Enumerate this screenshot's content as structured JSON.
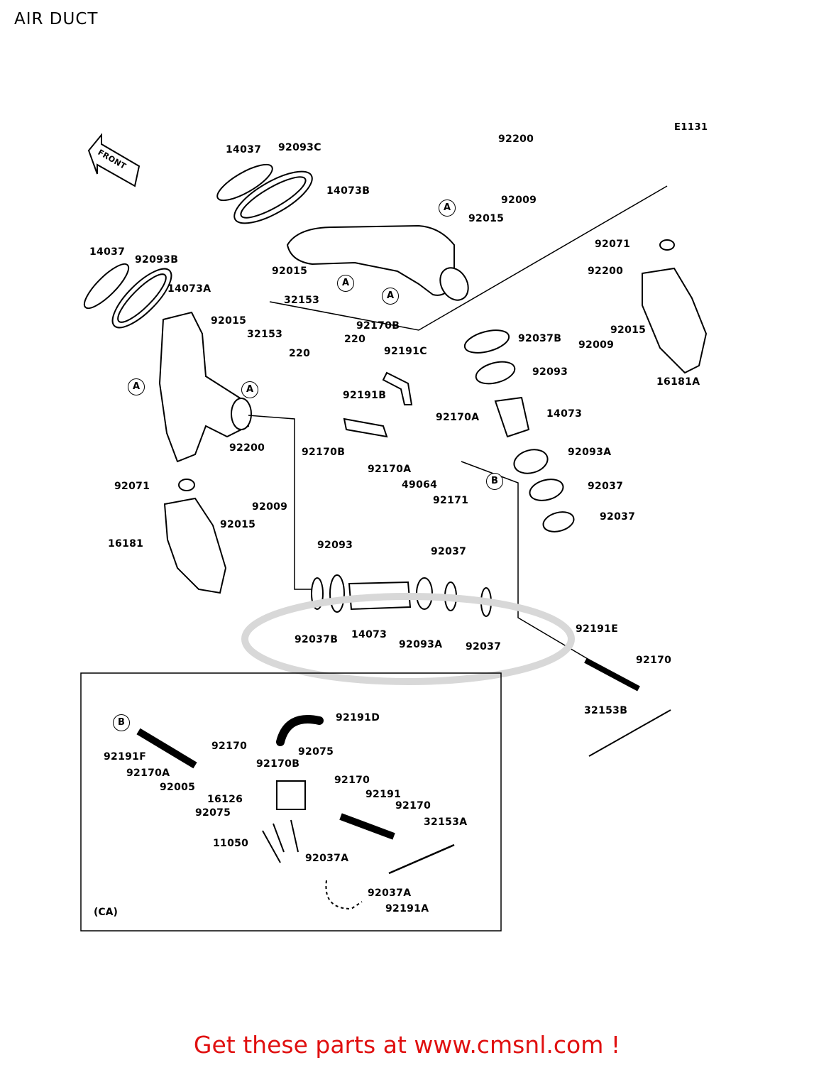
{
  "header": {
    "title": "AIR DUCT"
  },
  "diagram": {
    "figure_code": "E1131",
    "front_label": "FRONT",
    "inset_label": "(CA)",
    "ref_markers": [
      "A",
      "A",
      "A",
      "A",
      "A",
      "B",
      "B"
    ],
    "labels": [
      "14037",
      "92093C",
      "14073B",
      "92200",
      "92009",
      "92015",
      "14037",
      "92093B",
      "14073A",
      "92015",
      "32153",
      "92015",
      "92071",
      "92200",
      "92015",
      "92009",
      "92037B",
      "16181A",
      "92015",
      "32153",
      "220",
      "220",
      "92170B",
      "92191C",
      "92093",
      "92191B",
      "92170A",
      "14073",
      "92170B",
      "92170A",
      "92093A",
      "49064",
      "92171",
      "92037",
      "92037",
      "92200",
      "92071",
      "92009",
      "92015",
      "16181",
      "92093",
      "92037",
      "92037B",
      "14073",
      "92093A",
      "92037",
      "92191E",
      "92170",
      "32153B",
      "92191D",
      "92170",
      "92075",
      "92191F",
      "92170A",
      "92170B",
      "92005",
      "92170",
      "92191",
      "16126",
      "92170",
      "92075",
      "32153A",
      "11050",
      "92037A",
      "92037A",
      "92191A"
    ]
  },
  "footer": {
    "promo": "Get these parts at www.cmsnl.com !"
  }
}
